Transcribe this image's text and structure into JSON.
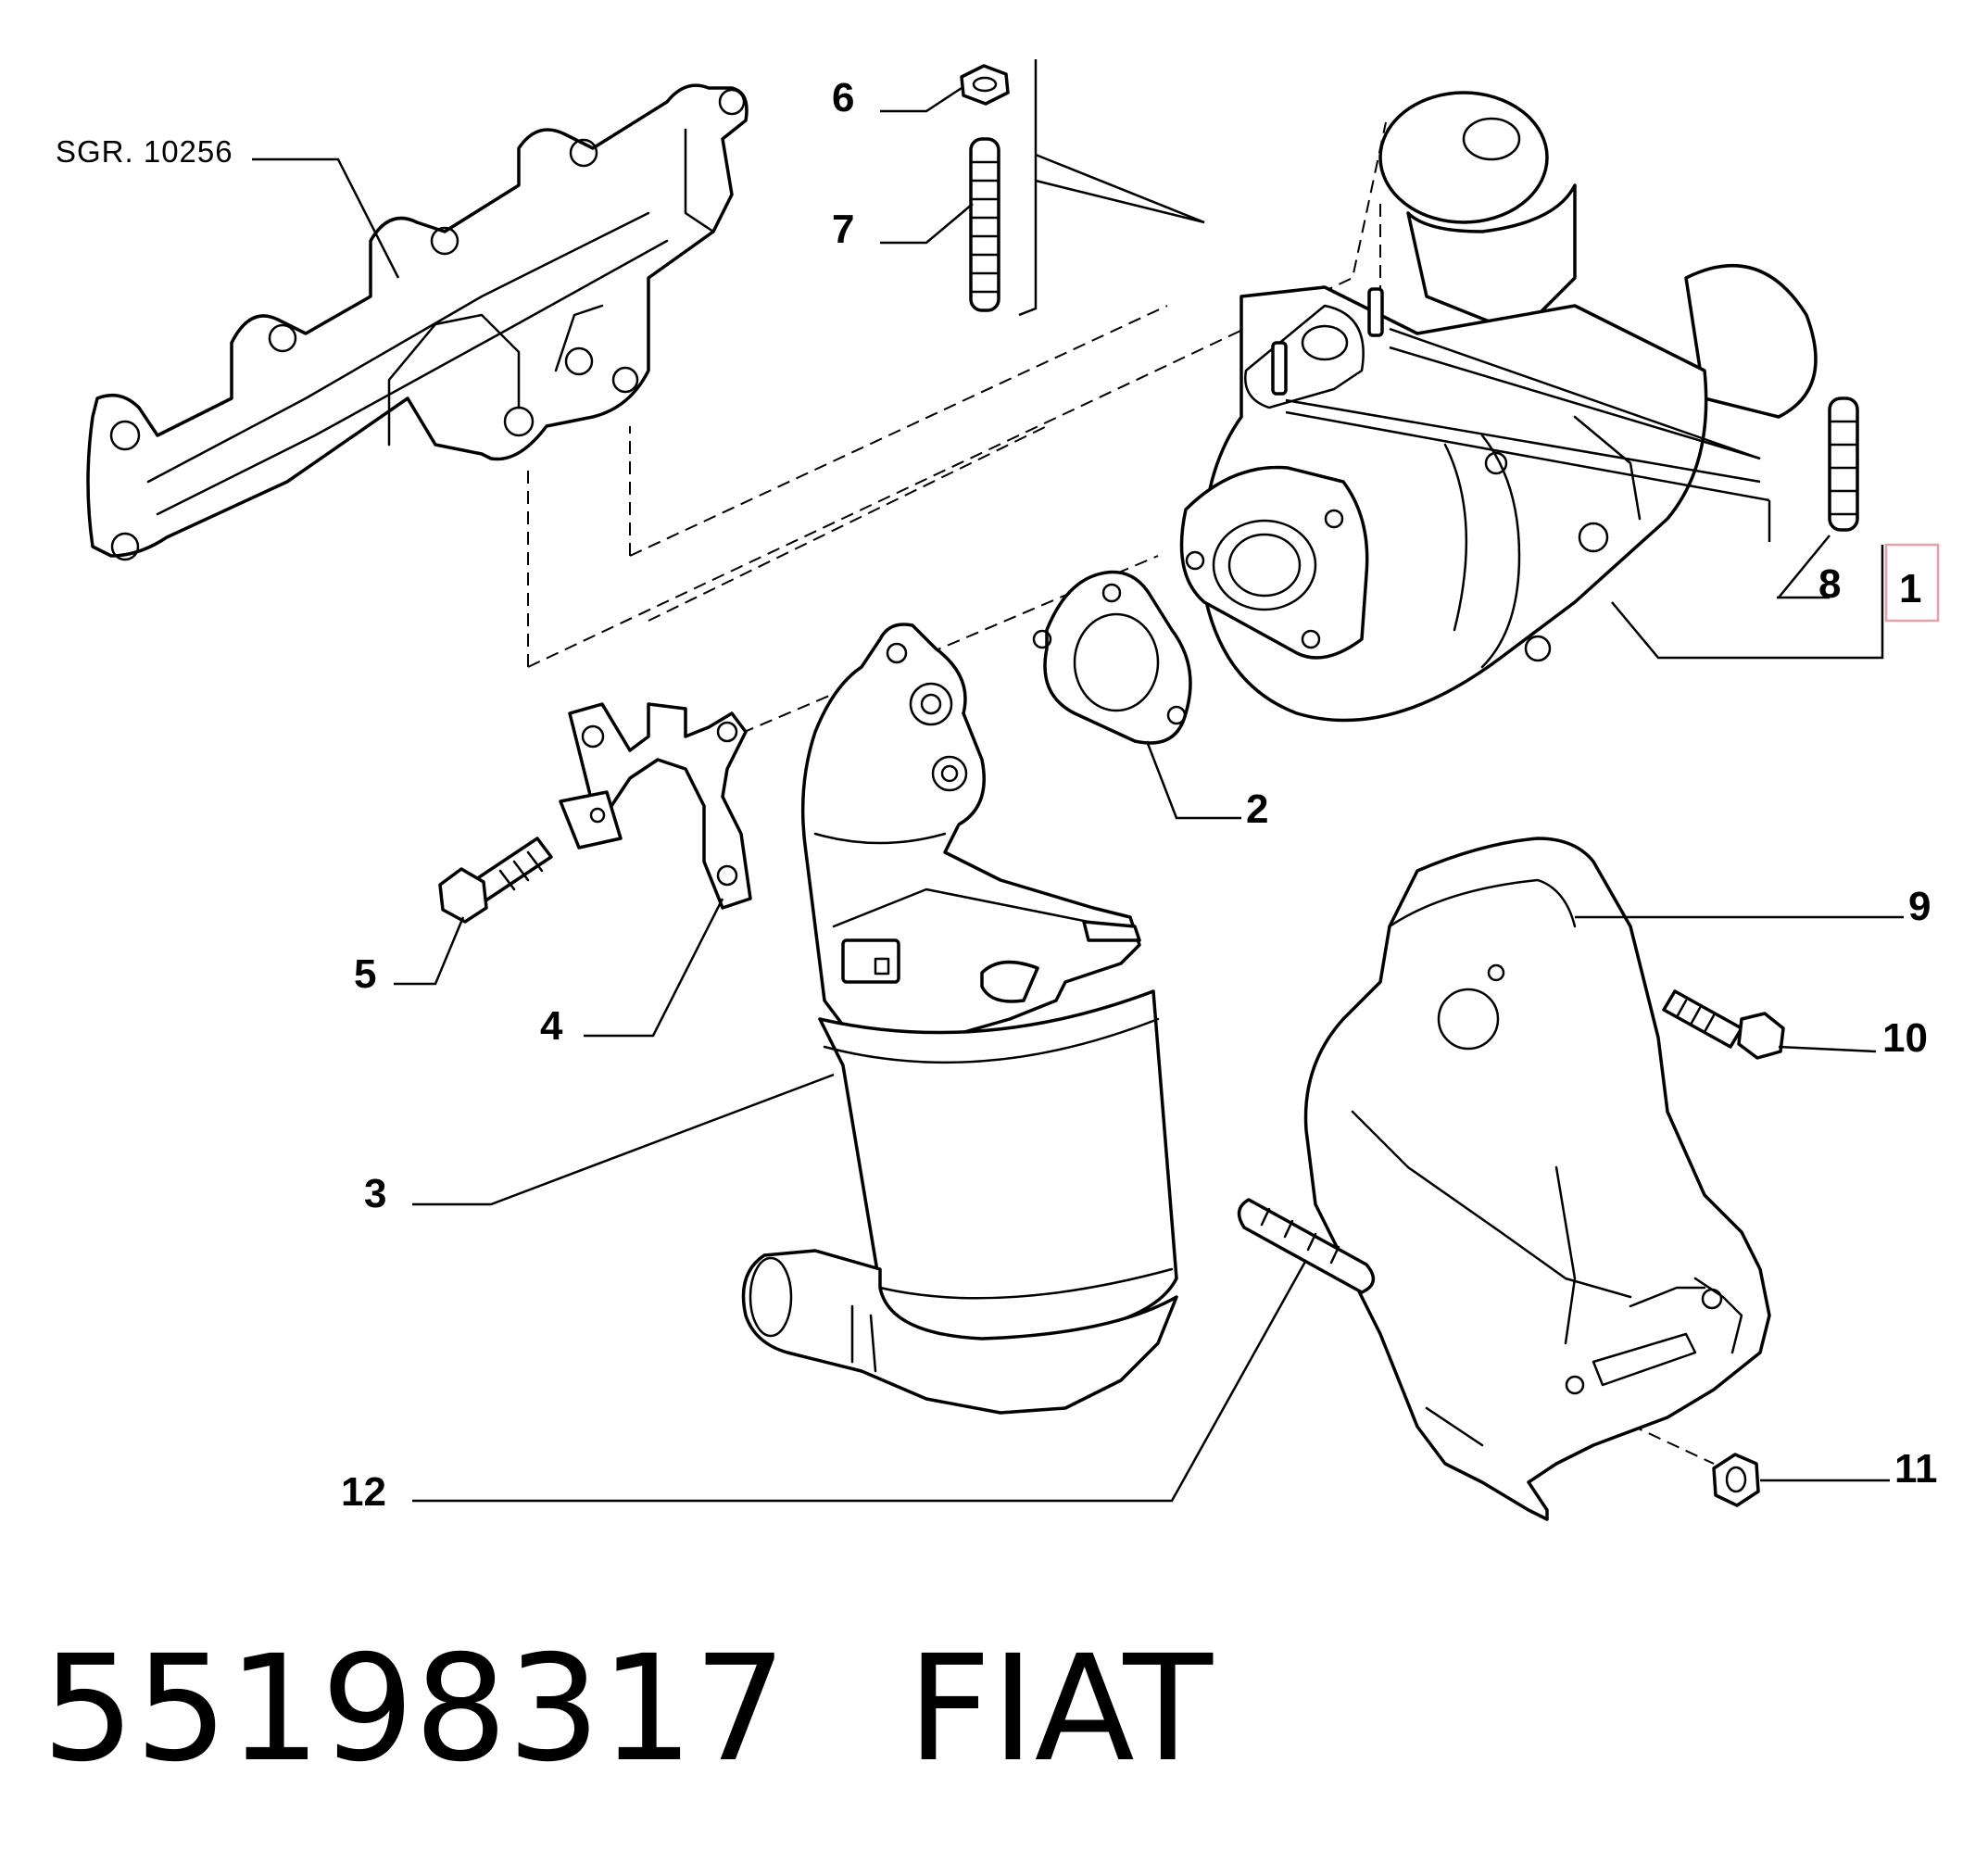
{
  "diagram": {
    "reference_label": "SGR. 10256",
    "highlighted_callout": "1",
    "highlight_color": "#e8a0a8",
    "callouts": [
      "1",
      "2",
      "3",
      "4",
      "5",
      "6",
      "7",
      "8",
      "9",
      "10",
      "11",
      "12"
    ]
  },
  "footer": {
    "part_number": "55198317",
    "brand": "FIAT"
  }
}
